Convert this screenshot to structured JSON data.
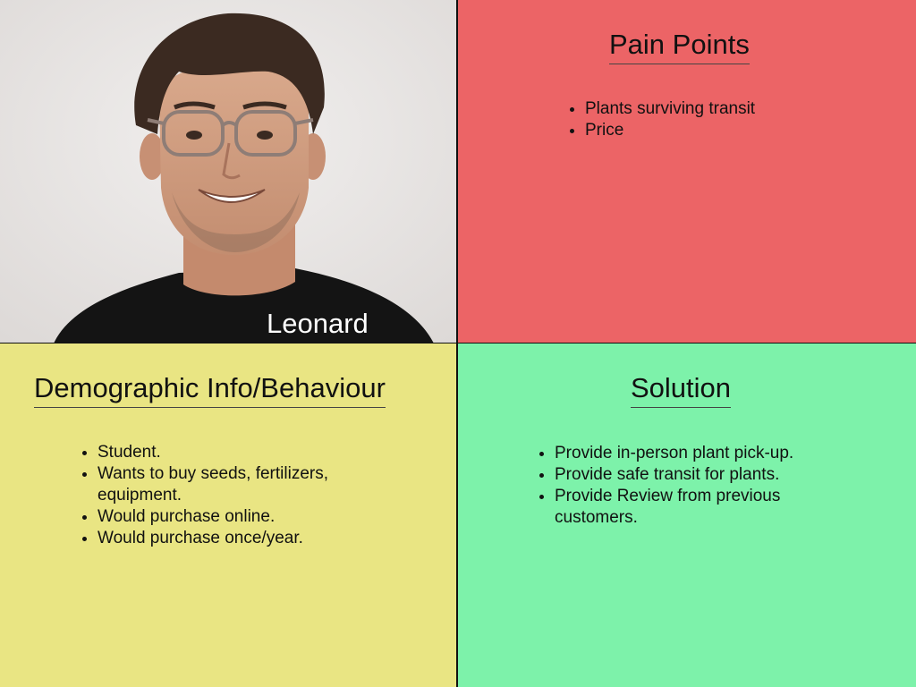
{
  "persona": {
    "name": "Leonard",
    "photo_icon": "person-portrait-icon"
  },
  "pain_points": {
    "title": "Pain Points",
    "items": [
      "Plants surviving transit",
      "Price"
    ]
  },
  "demographic": {
    "title": "Demographic Info/Behaviour",
    "items": [
      "Student.",
      "Wants to buy seeds, fertilizers, equipment.",
      "Would purchase online.",
      "Would purchase once/year."
    ]
  },
  "solution": {
    "title": "Solution",
    "items": [
      "Provide in-person plant pick-up.",
      "Provide safe transit for plants.",
      "Provide Review from previous customers."
    ]
  },
  "colors": {
    "pain_bg": "#ec6466",
    "demo_bg": "#e9e583",
    "solution_bg": "#7df2aa",
    "photo_bg": "#e9e6e5"
  }
}
